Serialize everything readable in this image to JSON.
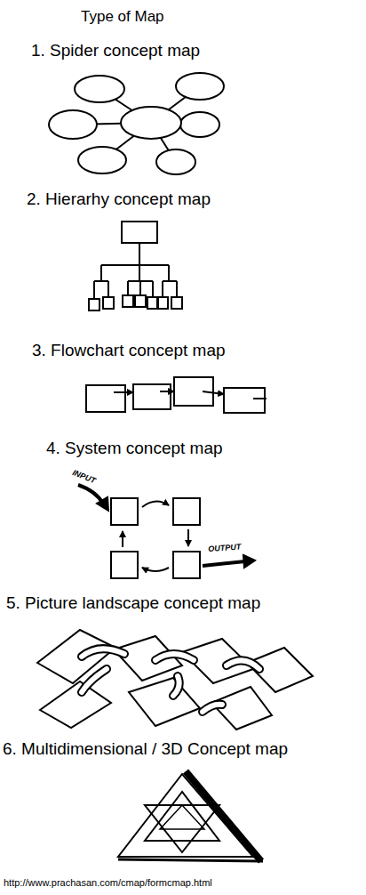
{
  "diagram": {
    "title": "Type of Map",
    "labels": [
      "1. Spider concept map",
      "2. Hierarhy concept map",
      "3. Flowchart concept map",
      "4. System concept map",
      "INPUT",
      "OUTPUT",
      "5. Picture landscape concept map",
      "6. Multidimensional / 3D Concept map",
      "http://www.prachasan.com/cmap/formcmap.html"
    ]
  }
}
